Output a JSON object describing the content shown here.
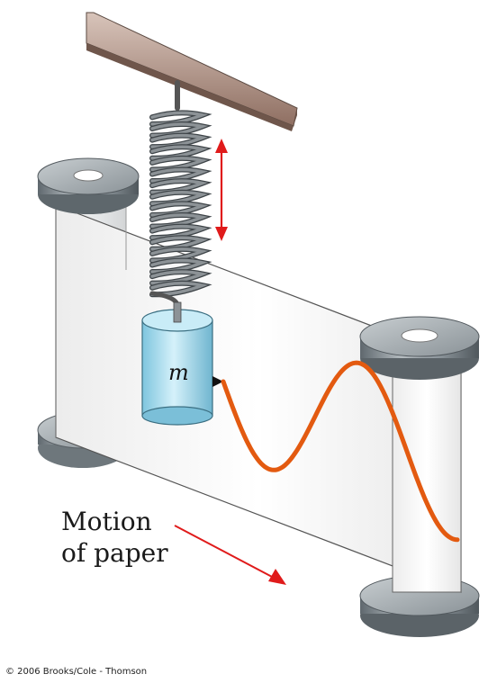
{
  "figure": {
    "mass_label": "m",
    "motion_label_line1": "Motion",
    "motion_label_line2": "of paper",
    "copyright": "© 2006 Brooks/Cole - Thomson"
  },
  "colors": {
    "trace": "#e35a10",
    "arrow": "#e01b1b",
    "mass_body": "#a8dff0",
    "roller_metal": "#8a9399",
    "ceiling": "#b89a8c",
    "spring": "#8c9296"
  },
  "icons": {
    "support": "ceiling-bar-icon",
    "spring": "spring-icon",
    "mass": "hanging-mass-icon",
    "pen": "pen-tip-icon"
  }
}
